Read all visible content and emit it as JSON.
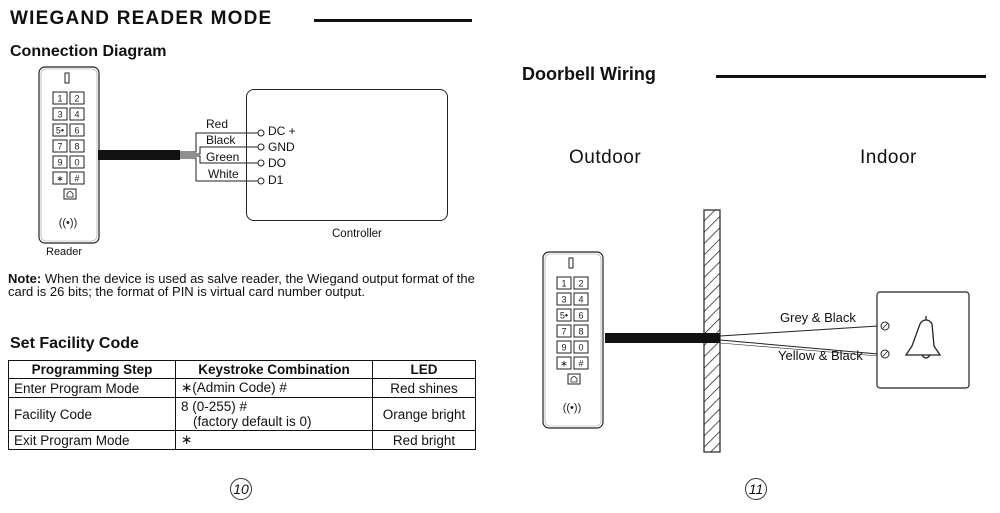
{
  "left": {
    "title": "WIEGAND READER MODE",
    "connection_heading": "Connection Diagram",
    "reader_label": "Reader",
    "controller_label": "Controller",
    "wires": [
      {
        "color_name": "Red",
        "terminal": "DC +"
      },
      {
        "color_name": "Black",
        "terminal": "GND"
      },
      {
        "color_name": "Green",
        "terminal": "DO"
      },
      {
        "color_name": "White",
        "terminal": "D1"
      }
    ],
    "note_label": "Note:",
    "note_text": " When the device is used as salve reader, the Wiegand output format of the card is 26 bits; the format of PIN is virtual card number output.",
    "facility_heading": "Set Facility Code",
    "table": {
      "headers": [
        "Programming Step",
        "Keystroke Combination",
        "LED"
      ],
      "rows": [
        {
          "step": "Enter Program Mode",
          "keys": "∗(Admin Code) #",
          "keys2": "",
          "led": "Red shines"
        },
        {
          "step": "Facility Code",
          "keys": "8 (0-255) #",
          "keys2": "(factory default is 0)",
          "led": "Orange bright"
        },
        {
          "step": "Exit Program Mode",
          "keys": "∗",
          "keys2": "",
          "led": "Red bright"
        }
      ]
    },
    "page_number": "10"
  },
  "right": {
    "title": "Doorbell Wiring",
    "outdoor_label": "Outdoor",
    "indoor_label": "Indoor",
    "wire1_label": "Grey & Black",
    "wire2_label": "Yellow & Black",
    "page_number": "11"
  },
  "keypad": {
    "keys": [
      "1",
      "2",
      "3",
      "4",
      "5•",
      "6",
      "7",
      "8",
      "9",
      "0",
      "∗",
      "#"
    ],
    "rfid_symbol": "((•))"
  }
}
